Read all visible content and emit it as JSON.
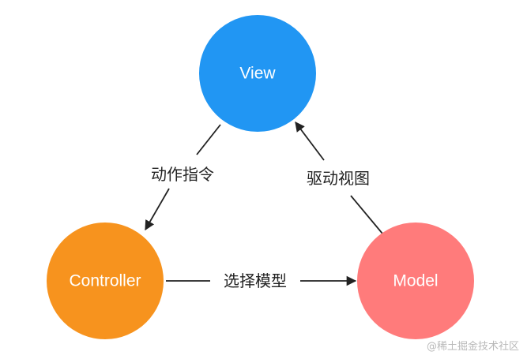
{
  "nodes": {
    "view": {
      "label": "View",
      "color": "#2196F3"
    },
    "controller": {
      "label": "Controller",
      "color": "#F7931E"
    },
    "model": {
      "label": "Model",
      "color": "#FF7B7B"
    }
  },
  "edges": {
    "view_to_controller": {
      "label": "动作指令"
    },
    "controller_to_model": {
      "label": "选择模型"
    },
    "model_to_view": {
      "label": "驱动视图"
    }
  },
  "watermark": "@稀土掘金技术社区"
}
